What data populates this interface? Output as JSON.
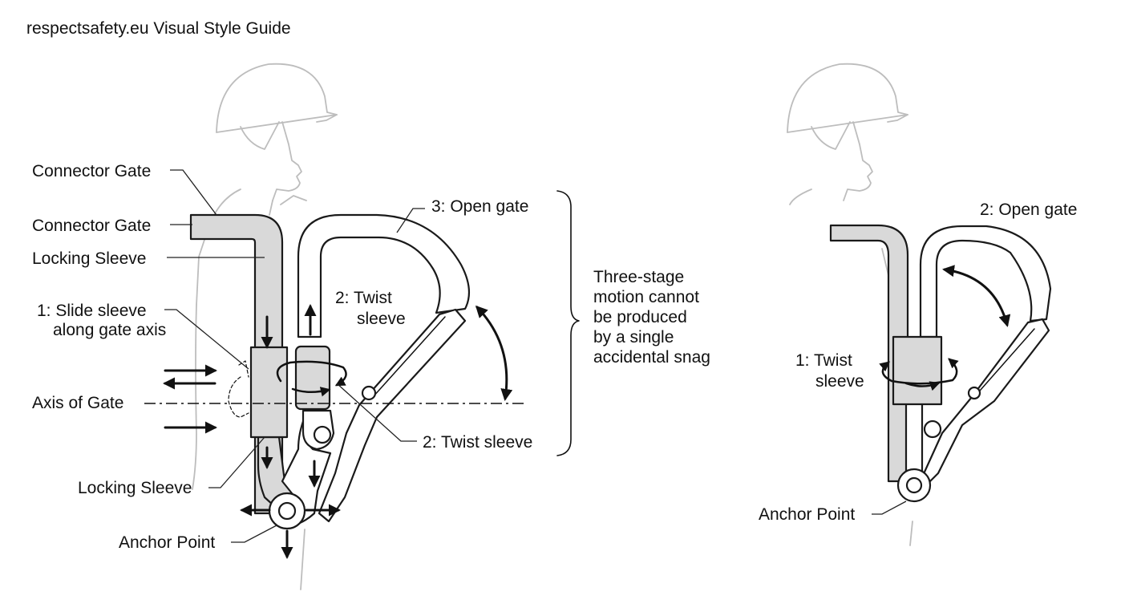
{
  "title": "respectsafety.eu Visual Style Guide",
  "left_panel": {
    "labels": {
      "connector_gate_1": "Connector Gate",
      "connector_gate_2": "Connector Gate",
      "locking_sleeve_top": "Locking Sleeve",
      "slide_sleeve_line1": "1: Slide sleeve",
      "slide_sleeve_line2": "along gate axis",
      "twist_sleeve_line1": "2: Twist",
      "twist_sleeve_line2": "sleeve",
      "open_gate": "3: Open gate",
      "axis_of_gate": "Axis of Gate",
      "twist_sleeve_callout": "2: Twist sleeve",
      "locking_sleeve_bottom": "Locking Sleeve",
      "anchor_point": "Anchor Point"
    },
    "bracket_note": [
      "Three-stage",
      "motion cannot",
      "be produced",
      "by a single",
      "accidental snag"
    ]
  },
  "right_panel": {
    "labels": {
      "open_gate": "2: Open gate",
      "twist_line1": "1: Twist",
      "twist_line2": "sleeve",
      "anchor_point": "Anchor Point"
    }
  },
  "colors": {
    "figure_outline": "#bdbdbd",
    "part_fill": "#d9d9d9",
    "ink": "#111111",
    "background": "#ffffff"
  }
}
